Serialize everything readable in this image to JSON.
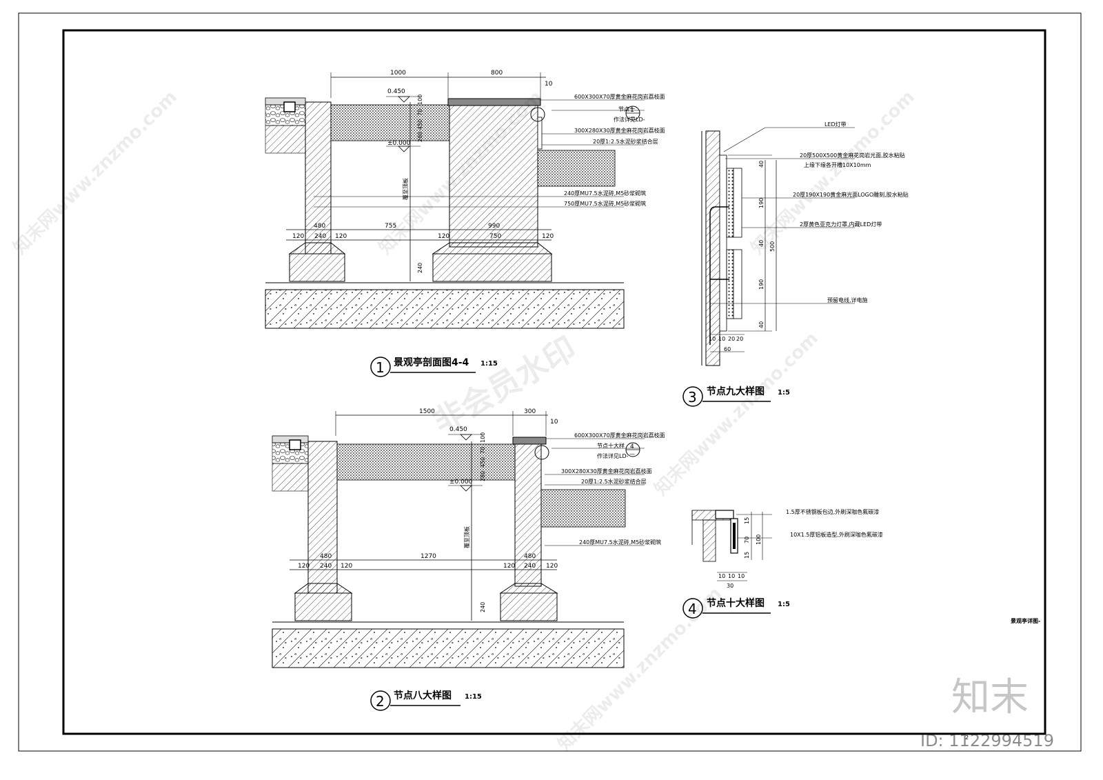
{
  "drawing_1": {
    "number": "1",
    "title": "景观亭剖面图4-4",
    "scale": "1:15",
    "dims_top": [
      "1000",
      "800",
      "10"
    ],
    "levels": [
      "0.450",
      "±0.000"
    ],
    "dims_vertical": [
      "100",
      "70",
      "450",
      "280",
      "240"
    ],
    "vertical_note": "覆至顶板",
    "callout_label": "节点十",
    "callout_ref": "作法详见LD-",
    "callout_num": "1",
    "callout_den": "—",
    "notes": [
      "600X300X70厚黄金麻花岗岩荔枝面",
      "300X280X30厚黄金麻花岗岩荔枝面",
      "20厚1:2.5水泥砂浆结合层",
      "240厚MU7.5水泥砖,M5砂浆砌筑",
      "750厚MU7.5水泥砖,M5砂浆砌筑"
    ],
    "dims_bottom_upper": [
      "480",
      "755",
      "990"
    ],
    "dims_bottom_lower": [
      "120",
      "240",
      "120",
      "120",
      "750",
      "120"
    ]
  },
  "drawing_2": {
    "number": "2",
    "title": "节点八大样图",
    "scale": "1:15",
    "dims_top": [
      "1500",
      "300",
      "10"
    ],
    "levels": [
      "0.450",
      "±0.000"
    ],
    "dims_vertical": [
      "100",
      "70",
      "450",
      "280",
      "240"
    ],
    "vertical_note": "覆至顶板",
    "callout_label": "节点十大样",
    "callout_ref": "作法详见LD-",
    "callout_num": "4",
    "callout_den": "—",
    "notes": [
      "600X300X70厚黄金麻花岗岩荔枝面",
      "300X280X30厚黄金麻花岗岩荔枝面",
      "20厚1:2.5水泥砂浆结合层",
      "240厚MU7.5水泥砖,M5砂浆砌筑"
    ],
    "dims_bottom_upper": [
      "480",
      "1270",
      "480"
    ],
    "dims_bottom_lower": [
      "120",
      "240",
      "120",
      "120",
      "240",
      "120"
    ]
  },
  "drawing_3": {
    "number": "3",
    "title": "节点九大样图",
    "scale": "1:5",
    "notes": [
      "LED灯带",
      "20厚500X500黄金麻花岗岩光面,胶水粘贴",
      "上缘下缘各开槽10X10mm",
      "20厚190X190黄金麻光面LOGO雕刻,胶水粘贴",
      "2厚黄色亚克力灯罩,内藏LED灯带",
      "预留电线,详电施"
    ],
    "dims_vertical": [
      "40",
      "190",
      "40",
      "500",
      "190",
      "40"
    ],
    "dims_bottom": [
      "10",
      "10",
      "20",
      "20",
      "60"
    ]
  },
  "drawing_4": {
    "number": "4",
    "title": "节点十大样图",
    "scale": "1:5",
    "notes": [
      "1.5厚不锈钢板包边,外刷深咖色氟碳漆",
      "10X1.5厚铝板造型,外刷深咖色氟碳漆"
    ],
    "dims_vertical": [
      "15",
      "70",
      "100",
      "15"
    ],
    "dims_bottom": [
      "10",
      "10",
      "10",
      "30"
    ]
  },
  "title_block": {
    "drawing_name": "景观亭详图-",
    "page_mark": "2"
  },
  "watermarks": {
    "site": "知末网www.znzmo.com",
    "member": "非会员水印",
    "brand": "知末",
    "id": "ID: 1122994519"
  },
  "colors": {
    "line": "#000000",
    "paper": "#ffffff"
  }
}
